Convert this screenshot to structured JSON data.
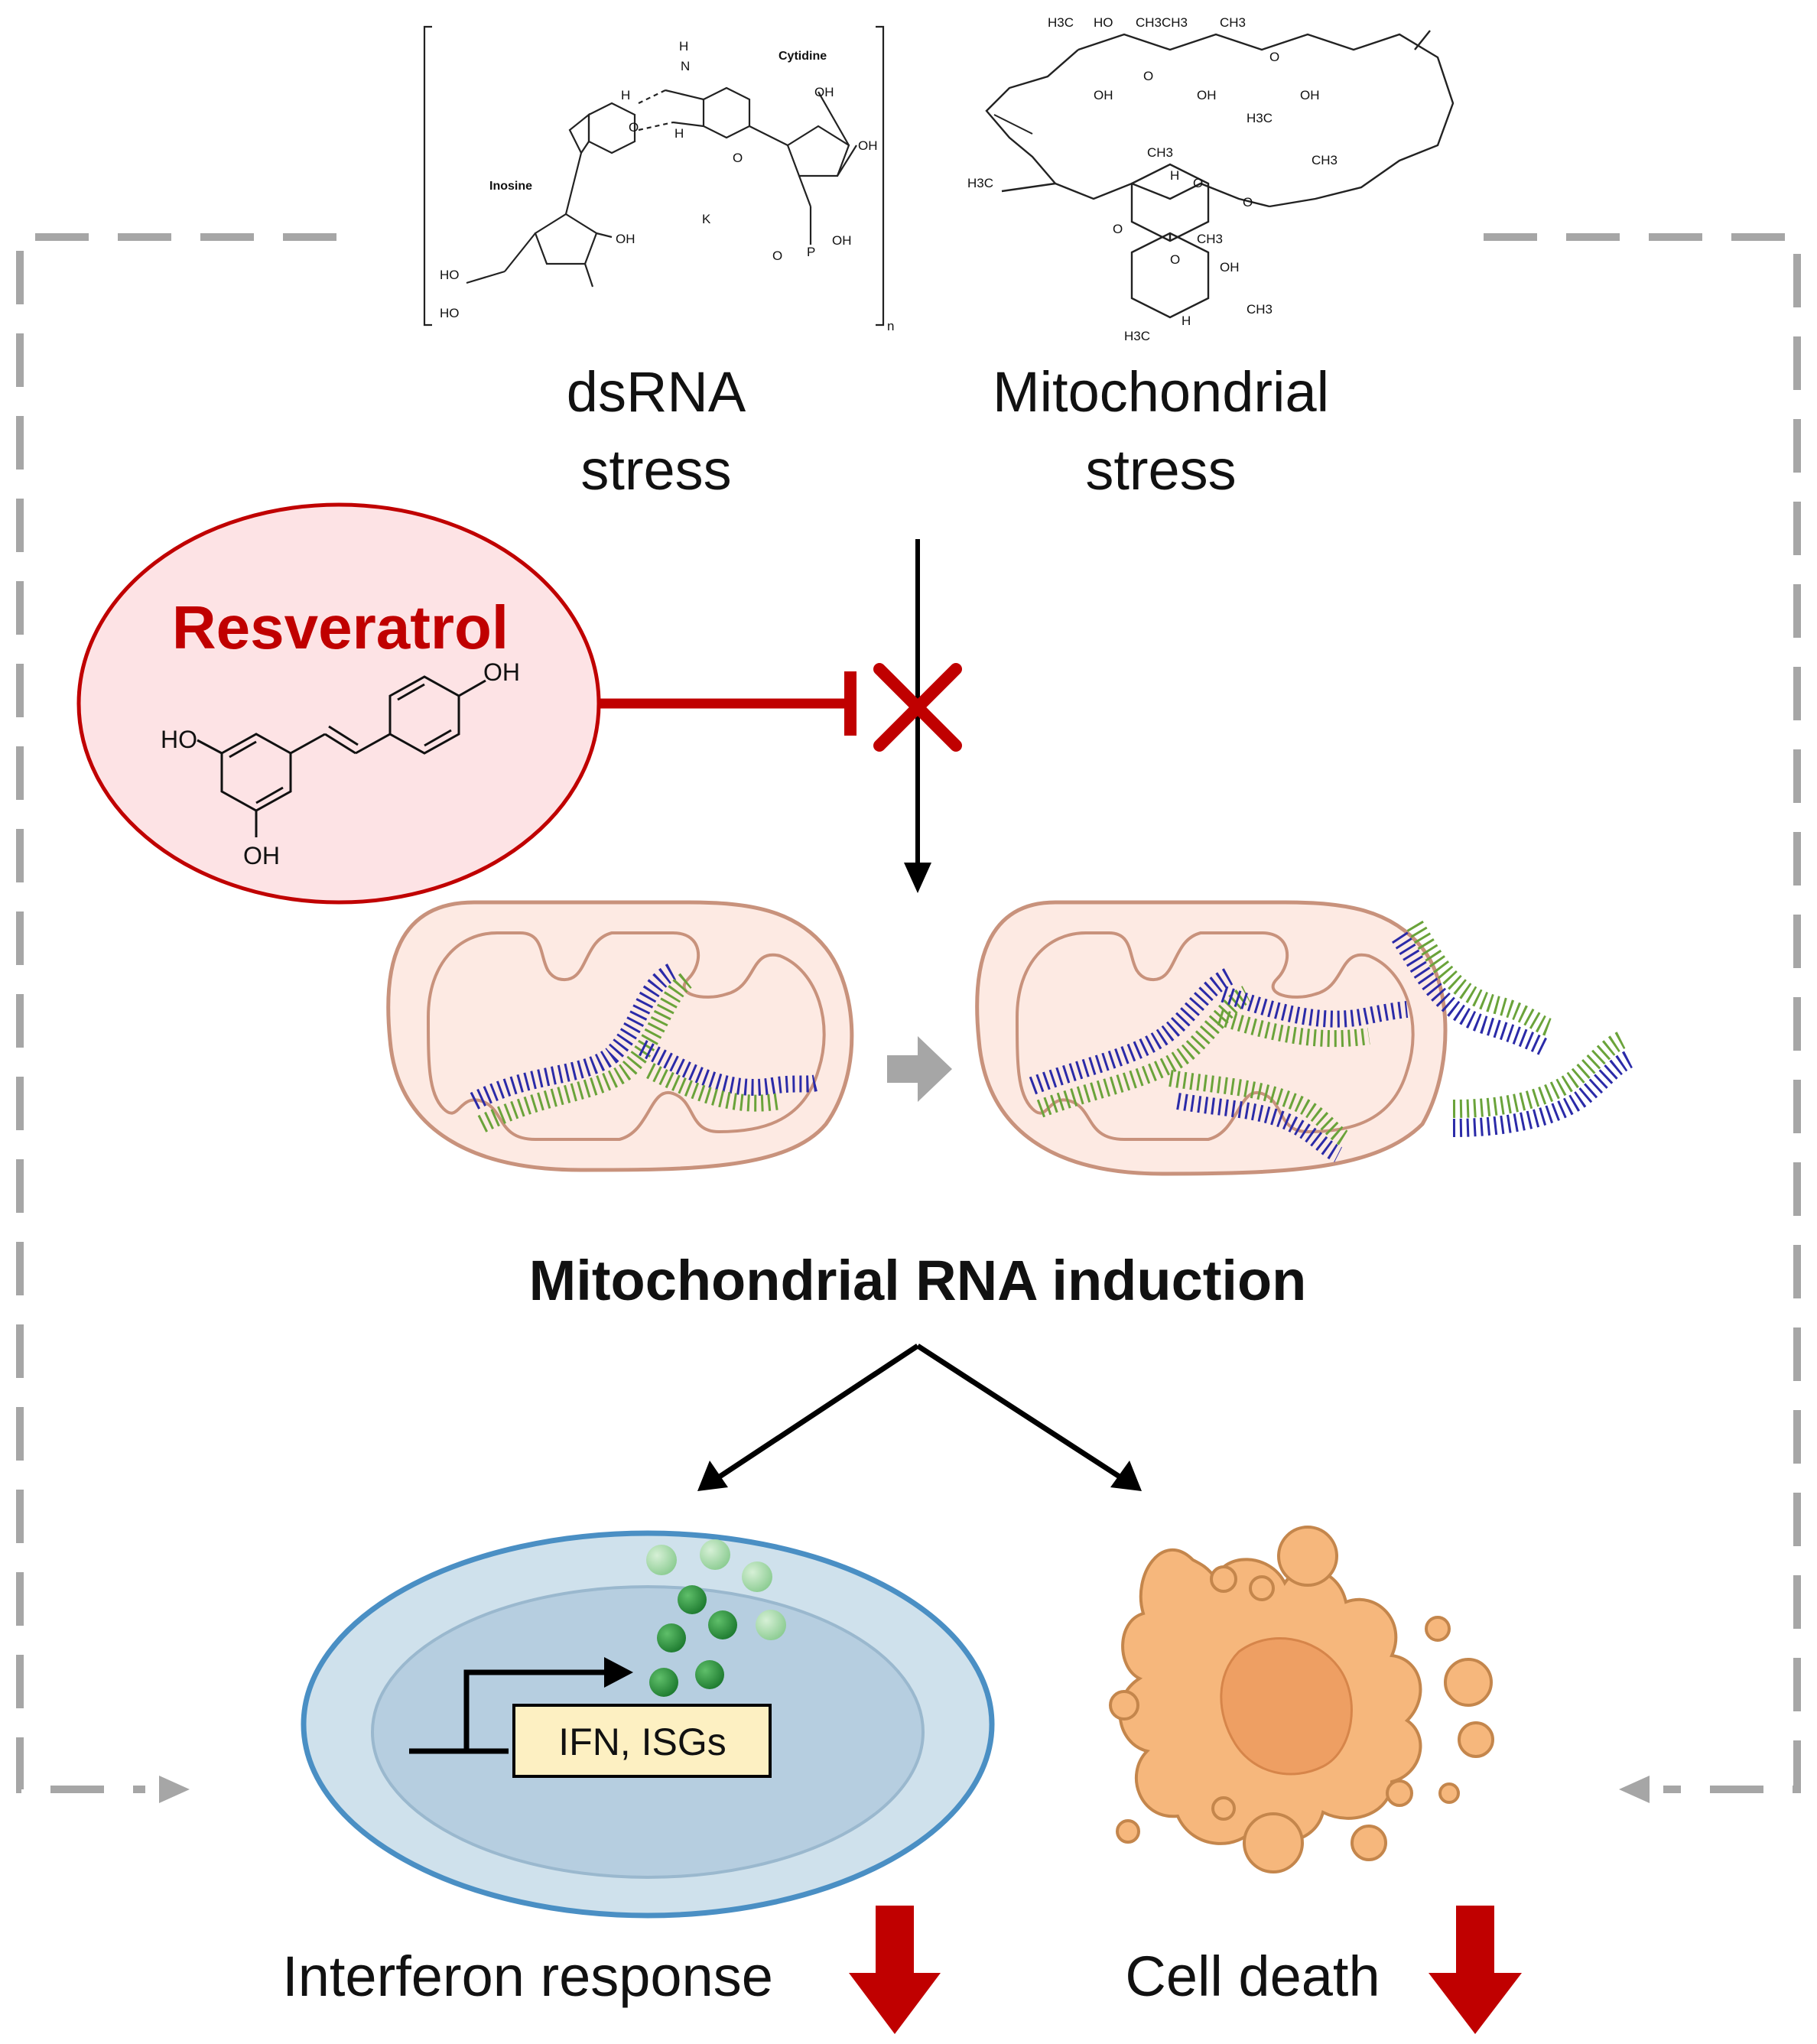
{
  "stress": {
    "dsrna_line1": "dsRNA",
    "dsrna_line2": "stress",
    "mito_line1": "Mitochondrial",
    "mito_line2": "stress"
  },
  "dsrna_structure": {
    "cytidine": "Cytidine",
    "inosine": "Inosine",
    "counterion": "K",
    "subscript": "n",
    "groups": [
      "OH",
      "OH",
      "OH",
      "OH",
      "HO",
      "HO",
      "N",
      "H",
      "H",
      "H",
      "O",
      "P",
      "O",
      "O"
    ]
  },
  "oligomycin_structure": {
    "groups": [
      "H3C",
      "HO",
      "CH3CH3",
      "CH3",
      "OH",
      "O",
      "OH",
      "O",
      "H3C",
      "OH",
      "CH3",
      "H3C",
      "CH3",
      "H",
      "O",
      "O",
      "CH3",
      "O",
      "O",
      "OH",
      "CH3",
      "H3C",
      "H"
    ]
  },
  "resveratrol": {
    "name": "Resveratrol",
    "oh_top": "OH",
    "oh_left": "HO",
    "oh_bottom": "OH",
    "color": "#c00000",
    "fill": "#fde3e5"
  },
  "induction": {
    "label": "Mitochondrial RNA induction"
  },
  "ifn_box": {
    "label": "IFN, ISGs"
  },
  "outcomes": {
    "interferon": "Interferon response",
    "cell_death": "Cell death"
  },
  "colors": {
    "dashed": "#a6a6a6",
    "mito_outline": "#c8927c",
    "mito_fill": "#fdeae3",
    "rna_blue": "#2a2aa8",
    "rna_green": "#6aa33a",
    "cell_outer": "#cfe1ec",
    "cell_border": "#4a8fc4",
    "nucleus": "#b6cee0",
    "dying_cell": "#f6b77c",
    "down_arrow": "#c00000"
  }
}
